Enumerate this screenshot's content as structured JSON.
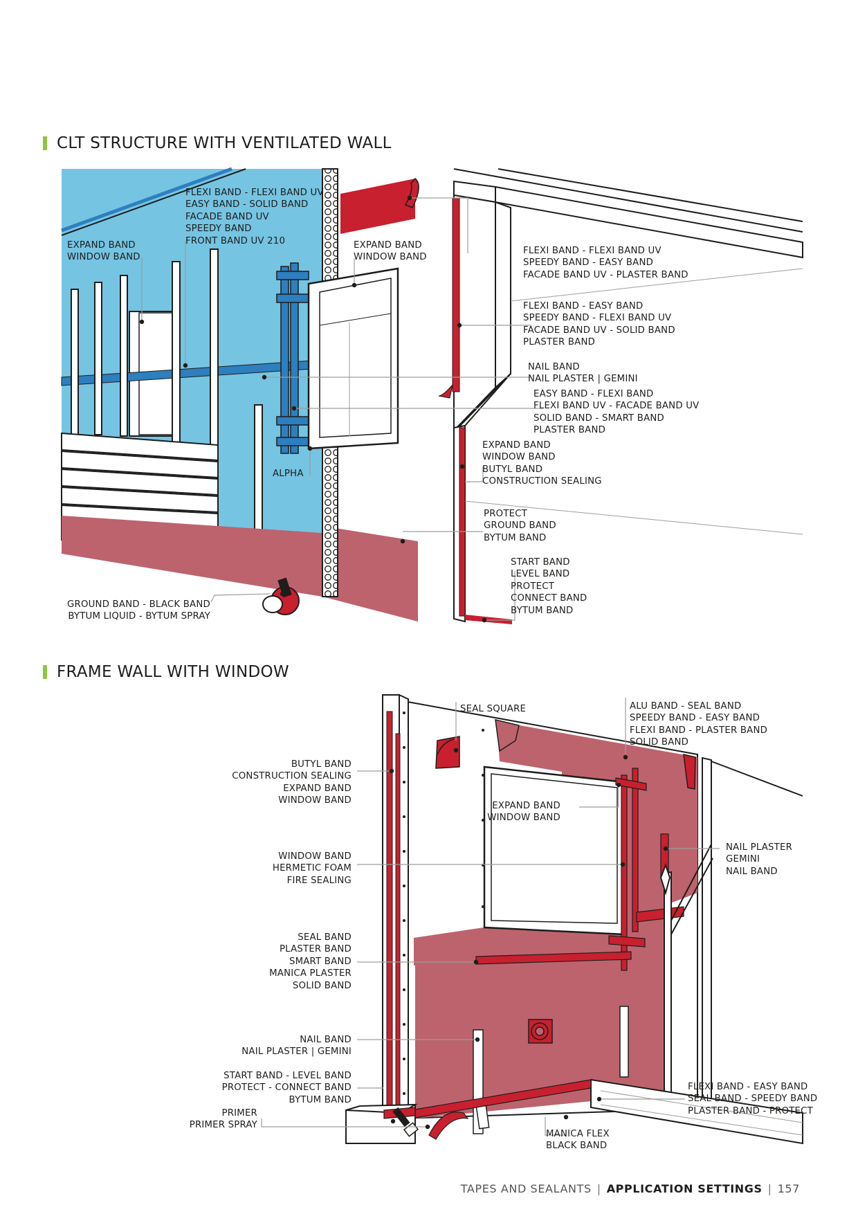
{
  "sections": [
    {
      "title": "CLT STRUCTURE WITH VENTILATED WALL"
    },
    {
      "title": "FRAME WALL WITH WINDOW"
    }
  ],
  "clt_labels": {
    "expand_window_left": [
      "EXPAND BAND",
      "WINDOW BAND"
    ],
    "flexi_group_top": [
      "FLEXI BAND - FLEXI BAND UV",
      "EASY BAND - SOLID BAND",
      "FACADE BAND UV",
      "SPEEDY BAND",
      "FRONT BAND UV 210"
    ],
    "expand_window_center": [
      "EXPAND BAND",
      "WINDOW BAND"
    ],
    "right_top": [
      "FLEXI BAND - FLEXI BAND UV",
      "SPEEDY BAND - EASY BAND",
      "FACADE BAND UV - PLASTER BAND"
    ],
    "right_2": [
      "FLEXI BAND - EASY BAND",
      "SPEEDY BAND - FLEXI BAND UV",
      "FACADE BAND UV - SOLID BAND",
      "PLASTER BAND"
    ],
    "nail": [
      "NAIL BAND",
      "NAIL PLASTER  | GEMINI"
    ],
    "right_3": [
      "EASY BAND - FLEXI BAND",
      "FLEXI BAND UV - FACADE BAND UV",
      "SOLID BAND - SMART BAND",
      "PLASTER BAND"
    ],
    "right_4": [
      "EXPAND BAND",
      "WINDOW BAND",
      "BUTYL BAND",
      "CONSTRUCTION SEALING"
    ],
    "alpha": [
      "ALPHA"
    ],
    "protect": [
      "PROTECT",
      "GROUND BAND",
      "BYTUM BAND"
    ],
    "start": [
      "START BAND",
      "LEVEL BAND",
      "PROTECT",
      "CONNECT BAND",
      "BYTUM BAND"
    ],
    "ground": [
      "GROUND BAND - BLACK BAND",
      "BYTUM LIQUID - BYTUM SPRAY"
    ]
  },
  "frame_labels": {
    "seal_square": [
      "SEAL SQUARE"
    ],
    "alu": [
      "ALU BAND - SEAL BAND",
      "SPEEDY BAND - EASY BAND",
      "FLEXI BAND - PLASTER BAND",
      "SOLID BAND"
    ],
    "butyl": [
      "BUTYL BAND",
      "CONSTRUCTION SEALING",
      "EXPAND BAND",
      "WINDOW BAND"
    ],
    "expand_window": [
      "EXPAND BAND",
      "WINDOW BAND"
    ],
    "nail_plaster": [
      "NAIL PLASTER",
      "GEMINI",
      "NAIL BAND"
    ],
    "window_hermetic": [
      "WINDOW BAND",
      "HERMETIC FOAM",
      "FIRE SEALING"
    ],
    "seal_group": [
      "SEAL BAND",
      "PLASTER BAND",
      "SMART BAND",
      "MANICA PLASTER",
      "SOLID BAND"
    ],
    "nail_band": [
      "NAIL BAND",
      "NAIL PLASTER | GEMINI"
    ],
    "start_group": [
      "START BAND - LEVEL BAND",
      "PROTECT - CONNECT BAND",
      "BYTUM BAND"
    ],
    "flexi_bottom": [
      "FLEXI BAND - EASY BAND",
      "SEAL BAND - SPEEDY BAND",
      "PLASTER BAND - PROTECT"
    ],
    "primer": [
      "PRIMER",
      "PRIMER SPRAY"
    ],
    "manica": [
      "MANICA FLEX",
      "BLACK BAND"
    ]
  },
  "footer": {
    "left": "TAPES AND SEALANTS",
    "separator": "|",
    "center": "APPLICATION SETTINGS",
    "page": "157"
  },
  "colors": {
    "accent_green": "#8cc63f",
    "clt_blue": "#75c4e2",
    "tape_red": "#c8202e",
    "membrane_red": "#bd636e",
    "line_gray": "#9d9d9c"
  }
}
